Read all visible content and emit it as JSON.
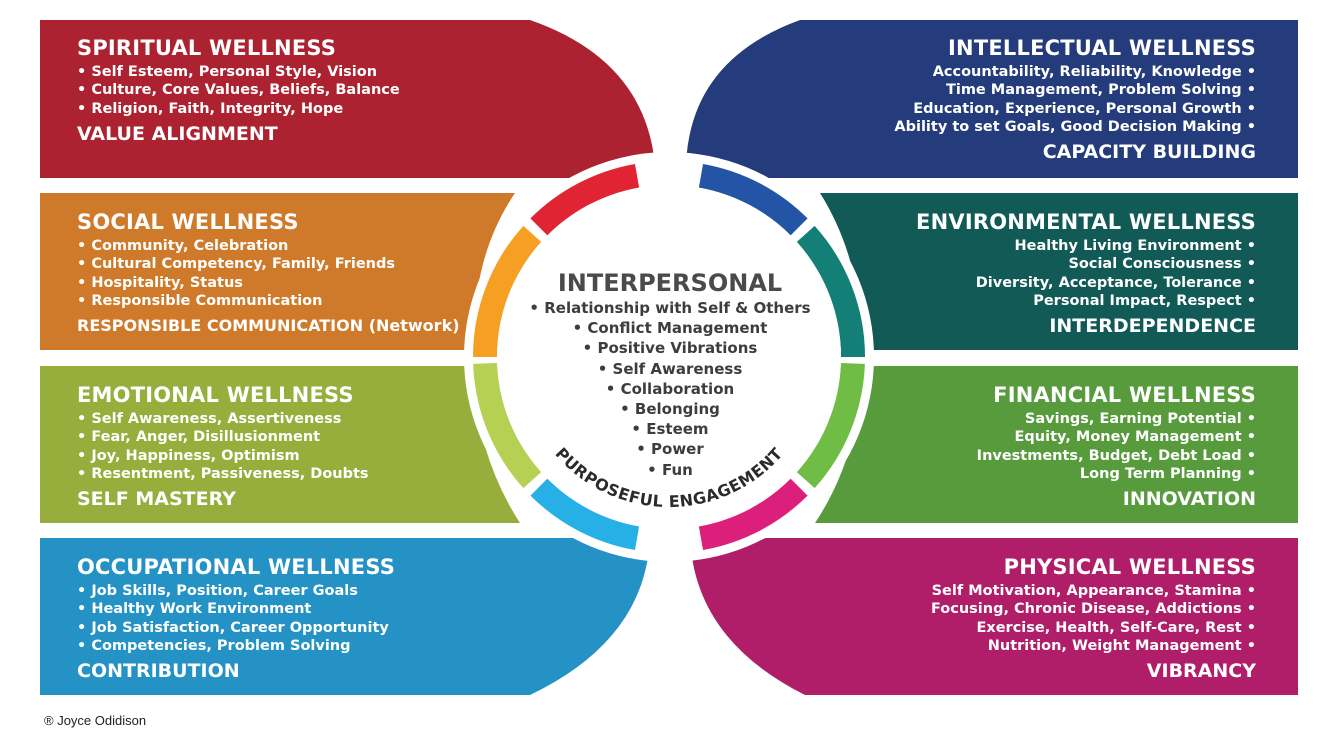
{
  "colors": {
    "spiritual": "#ad2230",
    "spiritual_ring": "#e12433",
    "social": "#cf7a2a",
    "social_ring": "#f6a023",
    "emotional": "#97ae3d",
    "emotional_ring": "#b5d053",
    "occupational": "#2492c4",
    "occupational_ring": "#27b0e6",
    "intellectual": "#243b7c",
    "intellectual_ring": "#2454a5",
    "environmental": "#125a56",
    "environmental_ring": "#137f76",
    "financial": "#579b3d",
    "financial_ring": "#6fbd45",
    "physical": "#b01d68",
    "physical_ring": "#dc1f7b"
  },
  "left_panels": [
    {
      "title": "SPIRITUAL WELLNESS",
      "items": [
        "• Self Esteem, Personal Style, Vision",
        "• Culture, Core Values, Beliefs, Balance",
        "• Religion, Faith, Integrity, Hope"
      ],
      "subtitle": "VALUE ALIGNMENT"
    },
    {
      "title": "SOCIAL WELLNESS",
      "items": [
        "• Community, Celebration",
        "• Cultural Competency, Family, Friends",
        "• Hospitality, Status",
        "• Responsible Communication"
      ],
      "subtitle": "RESPONSIBLE COMMUNICATION (Network)"
    },
    {
      "title": "EMOTIONAL WELLNESS",
      "items": [
        "• Self Awareness, Assertiveness",
        "• Fear, Anger, Disillusionment",
        "• Joy, Happiness, Optimism",
        "• Resentment, Passiveness, Doubts"
      ],
      "subtitle": "SELF MASTERY"
    },
    {
      "title": "OCCUPATIONAL WELLNESS",
      "items": [
        "• Job Skills, Position, Career Goals",
        "• Healthy Work Environment",
        "• Job Satisfaction, Career Opportunity",
        "• Competencies, Problem Solving"
      ],
      "subtitle": "CONTRIBUTION"
    }
  ],
  "right_panels": [
    {
      "title": "INTELLECTUAL WELLNESS",
      "items": [
        "Accountability, Reliability, Knowledge •",
        "Time Management, Problem Solving •",
        "Education, Experience, Personal Growth •",
        "Ability to set Goals, Good Decision Making •"
      ],
      "subtitle": "CAPACITY BUILDING"
    },
    {
      "title": "ENVIRONMENTAL WELLNESS",
      "items": [
        "Healthy Living Environment •",
        "Social Consciousness •",
        "Diversity, Acceptance, Tolerance •",
        "Personal Impact, Respect •"
      ],
      "subtitle": "INTERDEPENDENCE"
    },
    {
      "title": "FINANCIAL WELLNESS",
      "items": [
        "Savings, Earning Potential •",
        "Equity, Money Management •",
        "Investments, Budget, Debt Load •",
        "Long Term Planning •"
      ],
      "subtitle": "INNOVATION"
    },
    {
      "title": "PHYSICAL WELLNESS",
      "items": [
        "Self Motivation, Appearance, Stamina •",
        "Focusing, Chronic Disease, Addictions •",
        "Exercise, Health, Self-Care, Rest •",
        "Nutrition, Weight Management •"
      ],
      "subtitle": "VIBRANCY"
    }
  ],
  "center": {
    "title": "INTERPERSONAL",
    "items": [
      "• Relationship with Self & Others",
      "• Conflict Management",
      "• Positive Vibrations",
      "• Self Awareness",
      "• Collaboration",
      "• Belonging",
      "• Esteem",
      "• Power",
      "• Fun"
    ],
    "arc_label": "PURPOSEFUL ENGAGEMENT"
  },
  "copyright": "® Joyce Odidison"
}
